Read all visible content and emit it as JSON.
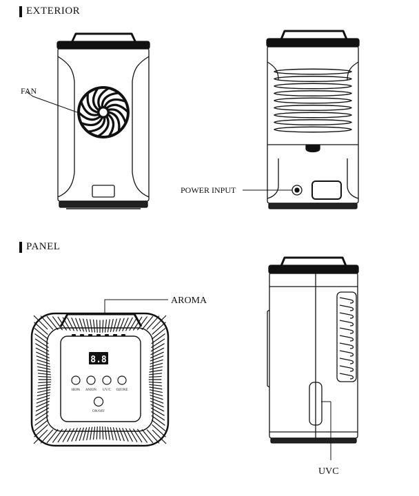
{
  "sections": {
    "exterior": "EXTERIOR",
    "panel": "PANEL"
  },
  "callouts": {
    "fan": "FAN",
    "power_input": "POWER INPUT",
    "aroma": "AROMA",
    "uvc": "UVC"
  },
  "panel_display": {
    "digits": "8.8",
    "buttons": [
      "HEPA",
      "ANION",
      "UV/C",
      "OZONE"
    ],
    "power_button": "ON/OFF"
  },
  "icons": [
    "fan-icon",
    "power-port-icon",
    "vent-grille-icon",
    "display-icon"
  ]
}
